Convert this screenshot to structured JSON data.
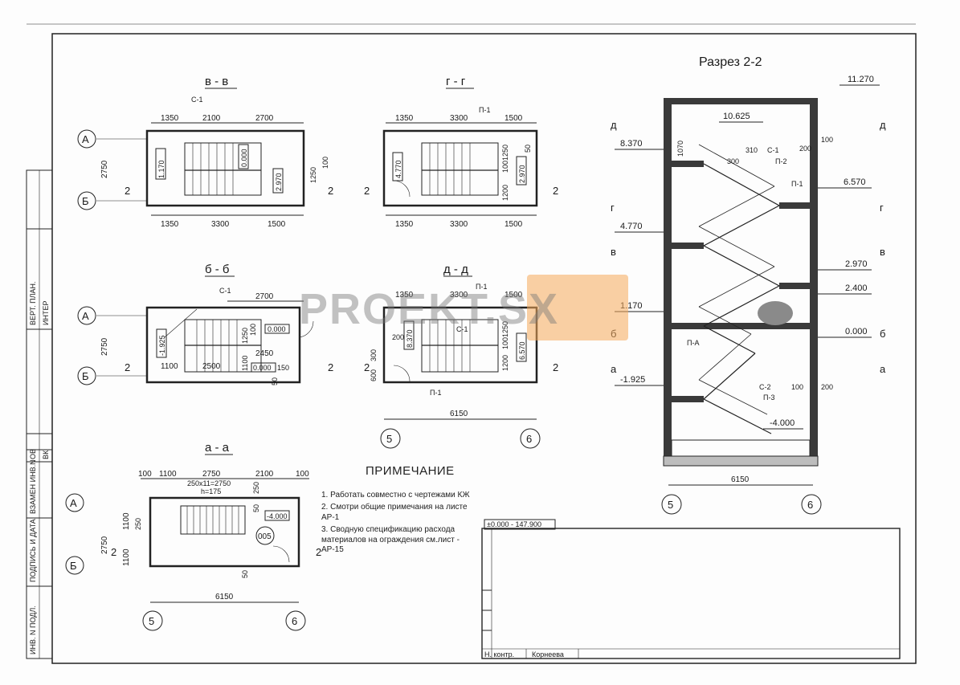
{
  "sections": {
    "vv": {
      "title": "в - в",
      "dims_top": [
        "1350",
        "2100",
        "2700"
      ],
      "dims_bottom": [
        "1350",
        "3300",
        "1500"
      ],
      "side_dim": "2750",
      "labels": [
        "С-1",
        "1.170",
        "0.000",
        "1250",
        "100",
        "2.970"
      ]
    },
    "gg": {
      "title": "г - г",
      "dims_top": [
        "1350",
        "3300",
        "1500"
      ],
      "dims_bottom": [
        "1350",
        "3300",
        "1500"
      ],
      "labels": [
        "П-1",
        "4.770",
        "1200",
        "100",
        "1250",
        "50",
        "2.970"
      ]
    },
    "bb": {
      "title": "б - б",
      "dims_top": [
        "2700"
      ],
      "dims_bottom": [
        "1100",
        "2500",
        "2450"
      ],
      "side_dim": "2750",
      "labels": [
        "С-1",
        "-1.925",
        "1250",
        "100",
        "0.000",
        "1100",
        "150",
        "50",
        "0.000",
        "50"
      ]
    },
    "dd": {
      "title": "д - д",
      "dims_top": [
        "1350",
        "3300",
        "1500"
      ],
      "total": "6150",
      "labels": [
        "П-1",
        "200",
        "8.370",
        "С-1",
        "1250",
        "1200",
        "100",
        "6.570",
        "600",
        "300",
        "П-1"
      ]
    },
    "aa": {
      "title": "а - а",
      "dims_top": [
        "100",
        "1100",
        "2750",
        "2100",
        "100"
      ],
      "stair": "250x11=2750",
      "h": "h=175",
      "side": [
        "2750",
        "1100",
        "1100",
        "250"
      ],
      "total": "6150",
      "labels": [
        "250",
        "50",
        "-4.000",
        "005",
        "50"
      ]
    }
  },
  "axes": {
    "A": "А",
    "B": "Б",
    "n5": "5",
    "n6": "6",
    "cut": "2"
  },
  "section22": {
    "title": "Разрез 2-2",
    "levels": [
      "11.270",
      "10.625",
      "8.370",
      "6.570",
      "4.770",
      "2.970",
      "2.400",
      "1.170",
      "0.000",
      "-1.925",
      "-4.000"
    ],
    "floor_marks": [
      "д",
      "г",
      "в",
      "б",
      "а"
    ],
    "labels": [
      "С-1",
      "П-2",
      "П-1",
      "С-2",
      "П-А",
      "П-3",
      "310",
      "300",
      "100",
      "200",
      "1070"
    ],
    "total": "6150"
  },
  "notes": {
    "heading": "ПРИМЕЧАНИЕ",
    "items": [
      "1. Работать совместно с чертежами КЖ",
      "2. Смотри общие примечания на листе АР-1",
      "3. Сводную спецификацию расхода материалов на ограждения см.лист - АР-15"
    ]
  },
  "stamp": {
    "level": "±0.000 - 147.900",
    "row1": "Н. контр.",
    "row2": "Корнеева"
  },
  "side_strip": [
    "ИНВ. N ПОДЛ.",
    "ПОДПИСЬ И ДАТА.",
    "ВЗАМЕН ИНВ.N",
    "ОВ",
    "ВК",
    "ВЕРТ. ПЛАН.",
    "ИНТЕР"
  ],
  "watermark": "PROEKT.SX",
  "colors": {
    "line": "#222222",
    "paper": "#fdfdfd",
    "wm_bubble": "#f5aa5a"
  }
}
